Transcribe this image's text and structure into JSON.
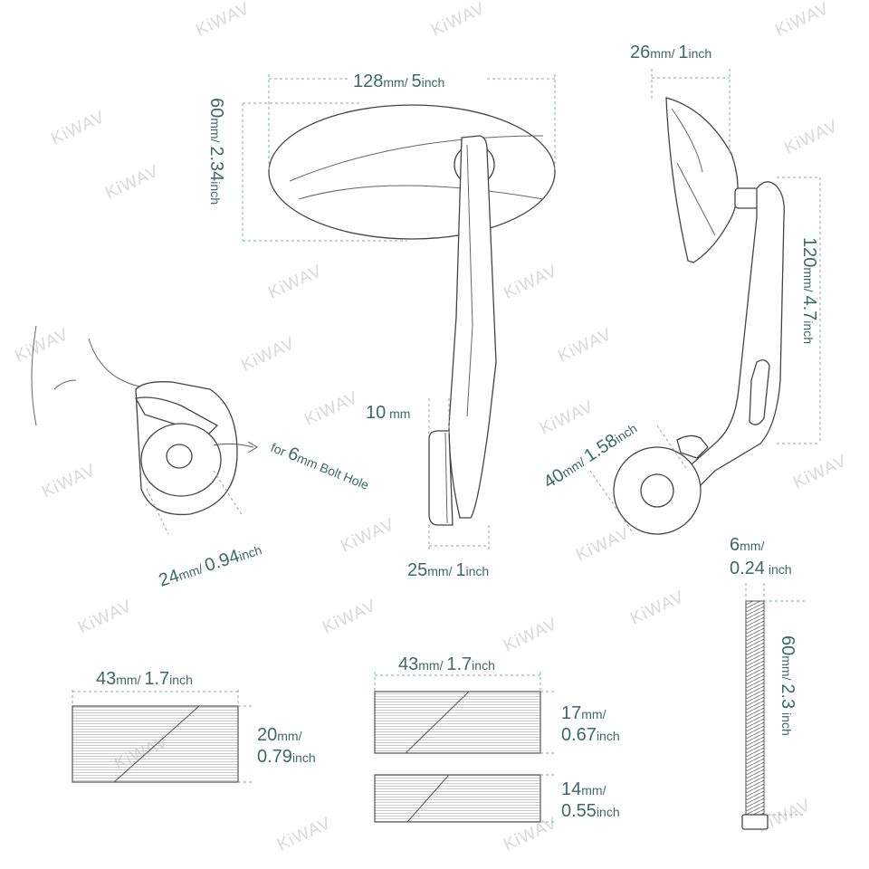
{
  "watermark": "KiWAV",
  "labels": {
    "mirror_width": {
      "num": "128",
      "unit": "mm",
      "sep": "/ ",
      "num2": "5",
      "unit2": "inch"
    },
    "mirror_height": {
      "num": "60",
      "unit": "mm",
      "sep": "/ ",
      "num2": "2.34",
      "unit2": "inch"
    },
    "mirror_depth": {
      "num": "26",
      "unit": "mm",
      "sep": "/ ",
      "num2": "1",
      "unit2": "inch"
    },
    "arm_length": {
      "num": "120",
      "unit": "mm",
      "sep": "/ ",
      "num2": "4.7",
      "unit2": "inch"
    },
    "arm_thickness": {
      "num": "10",
      "unit": " mm"
    },
    "arm_width": {
      "num": "25",
      "unit": "mm",
      "sep": "/ ",
      "num2": "1",
      "unit2": "inch"
    },
    "clamp_dia": {
      "num": "24",
      "unit": "mm",
      "sep": "/ ",
      "num2": "0.94",
      "unit2": "inch"
    },
    "bolt_hole": {
      "pre": "for ",
      "num": "6",
      "unit": "mm",
      "post": " Bolt Hole"
    },
    "base_height": {
      "num": "40",
      "unit": "mm",
      "sep": "/ ",
      "num2": "1.58",
      "unit2": "inch"
    },
    "bolt_dia": {
      "num": "6",
      "unit": "mm",
      "sep": "/",
      "num2": "0.24",
      "unit2": " inch"
    },
    "bolt_length": {
      "num": "60",
      "unit": "mm",
      "sep": "/ ",
      "num2": "2.3",
      "unit2": " inch"
    },
    "spacer1_width": {
      "num": "43",
      "unit": "mm",
      "sep": "/ ",
      "num2": "1.7",
      "unit2": "inch"
    },
    "spacer1_height": {
      "num": "20",
      "unit": "mm",
      "sep": "/",
      "num2": "0.79",
      "unit2": "inch"
    },
    "spacer2_width": {
      "num": "43",
      "unit": "mm",
      "sep": "/ ",
      "num2": "1.7",
      "unit2": "inch"
    },
    "spacer2_height": {
      "num": "17",
      "unit": "mm",
      "sep": "/",
      "num2": "0.67",
      "unit2": "inch"
    },
    "spacer3_height": {
      "num": "14",
      "unit": "mm",
      "sep": "/",
      "num2": "0.55",
      "unit2": "inch"
    }
  },
  "colors": {
    "dimension_text": "#3b6b62",
    "line": "#444444",
    "watermark": "#d9d9d9"
  }
}
